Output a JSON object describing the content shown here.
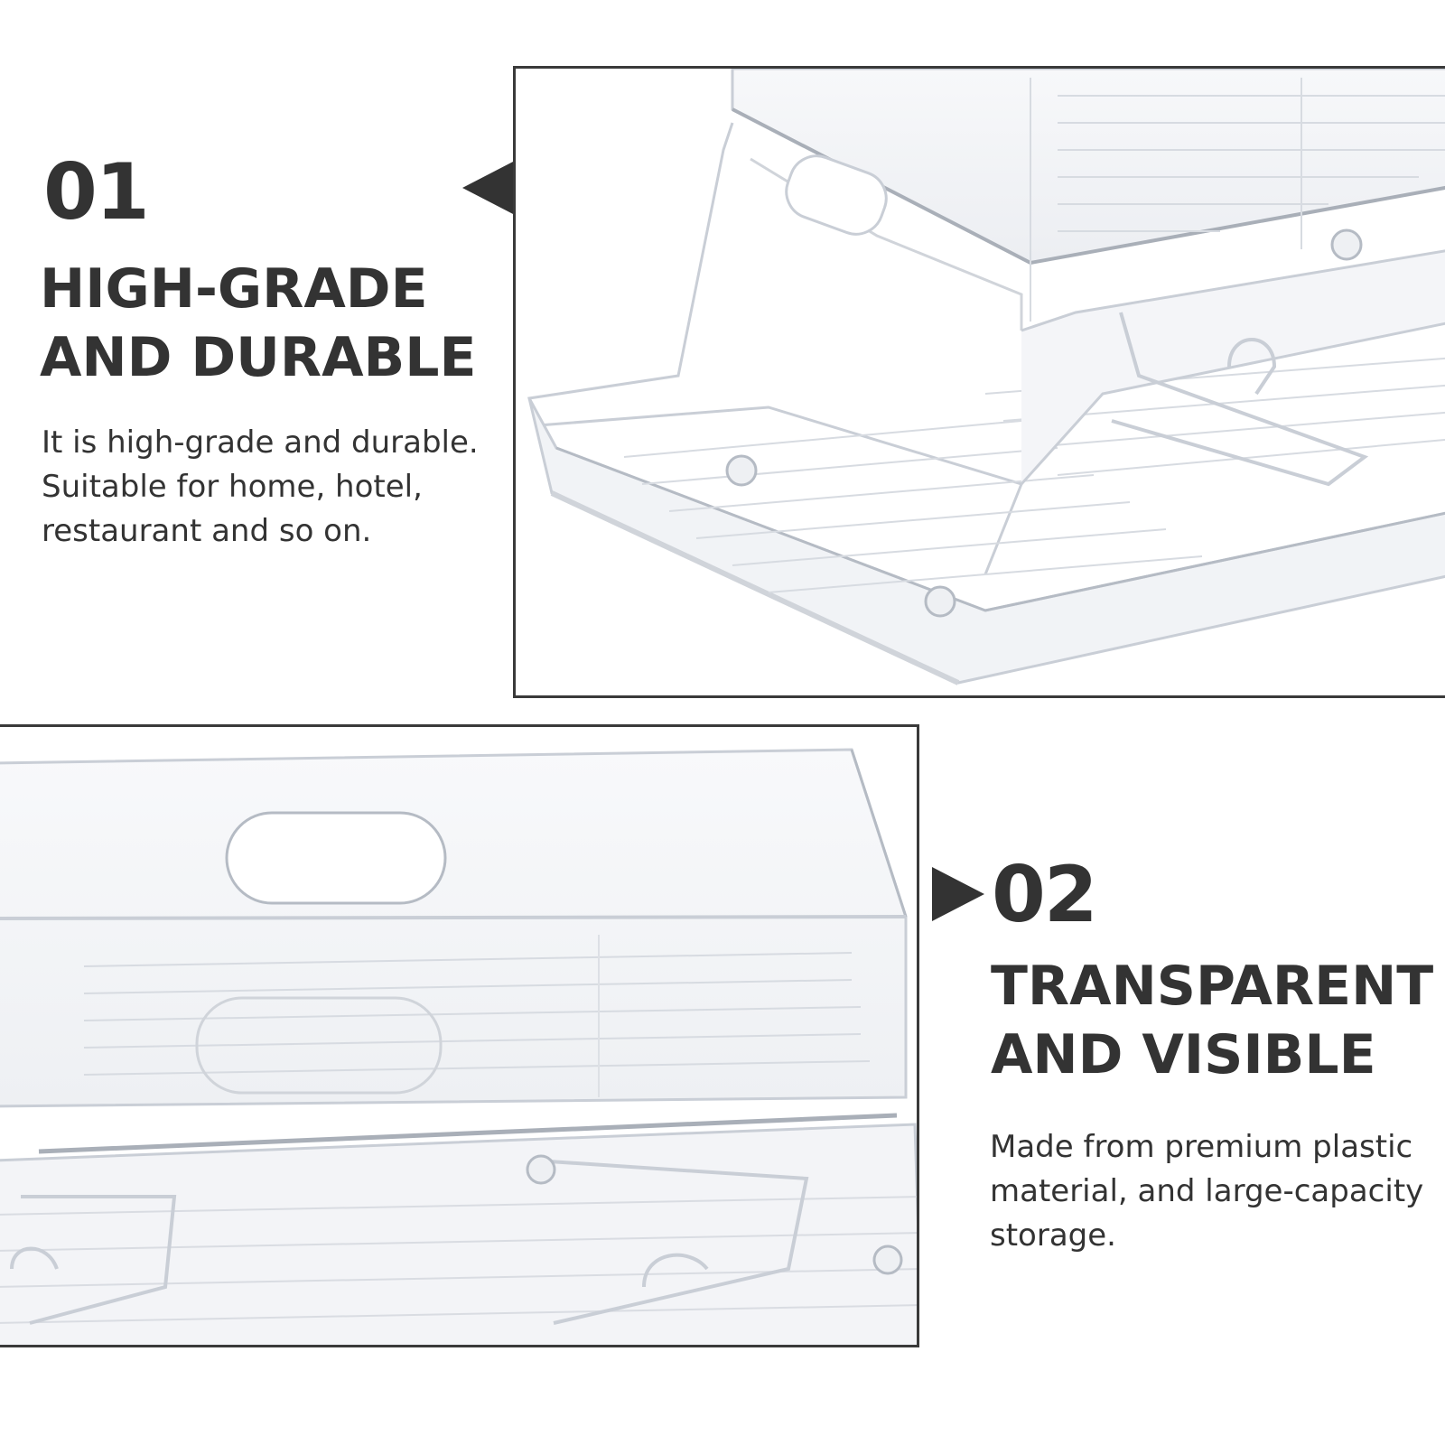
{
  "feature_1": {
    "number": "01",
    "title_lines": [
      "HIGH-GRADE",
      "AND DURABLE"
    ],
    "description_lines": [
      "It is high-grade and durable.",
      "Suitable for home, hotel,",
      "restaurant and so on."
    ]
  },
  "feature_2": {
    "number": "02",
    "title_lines": [
      "TRANSPARENT",
      "AND VISIBLE"
    ],
    "description_lines": [
      "Made from premium plastic",
      "material, and large-capacity",
      "storage."
    ]
  },
  "colors": {
    "text": "#333333",
    "frame_border": "#3a3a3a",
    "background": "#ffffff",
    "plastic_edge": "#c9ced6",
    "plastic_shadow": "#a9afb8"
  }
}
